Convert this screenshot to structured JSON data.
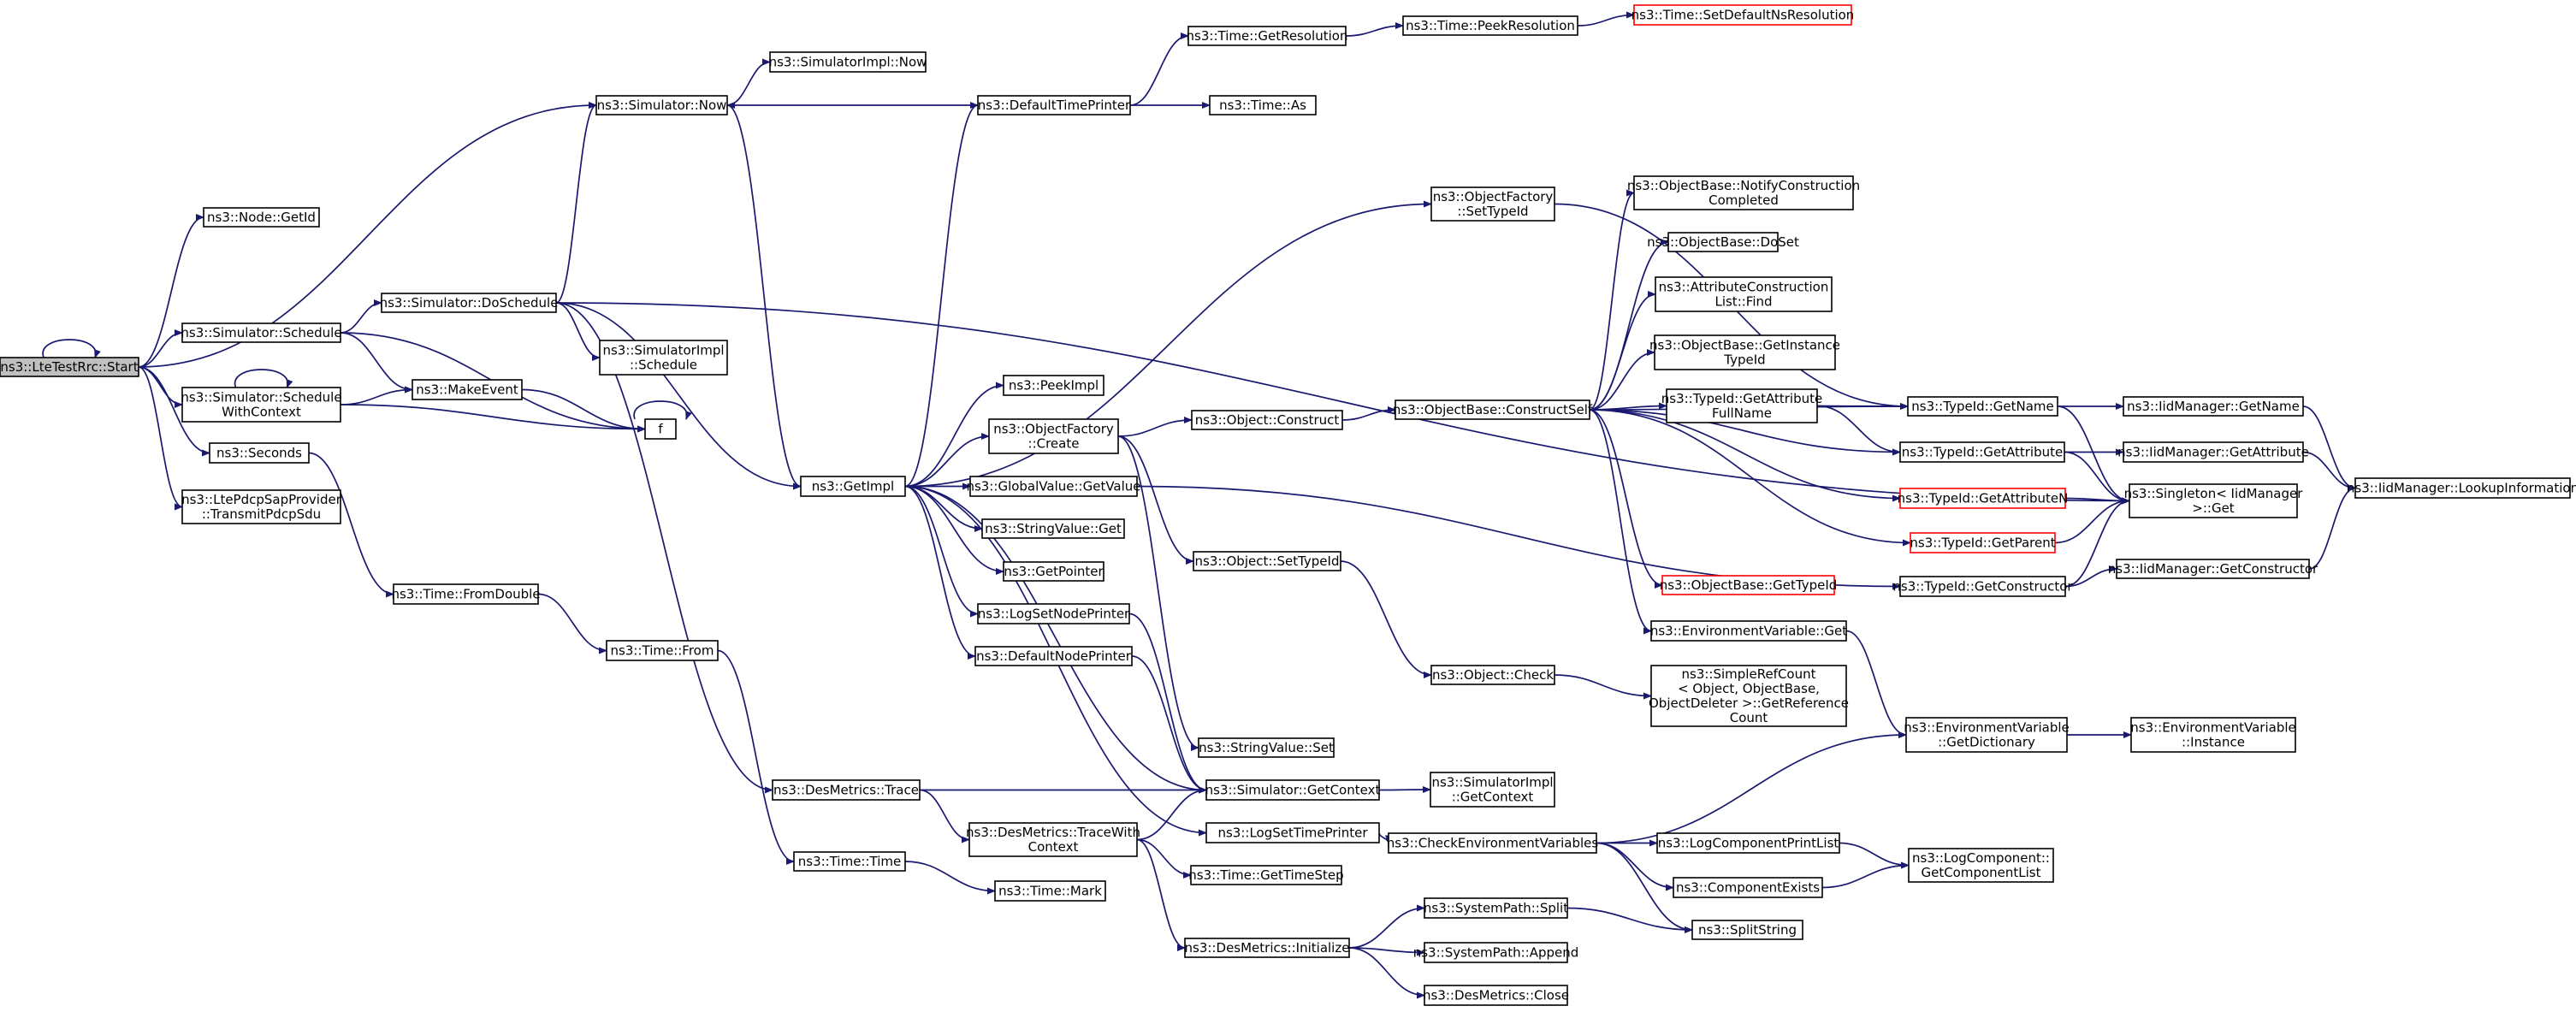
{
  "colors": {
    "edge": "#191970",
    "node_border": "#000000",
    "missing_node_border": "#ff0000",
    "root_fill": "#bfbfbf",
    "background": "#ffffff"
  },
  "nodes": [
    {
      "id": "n1",
      "lines": [
        "ns3::LteTestRrc::Start"
      ],
      "root": true
    },
    {
      "id": "n2",
      "lines": [
        "ns3::Node::GetId"
      ]
    },
    {
      "id": "n3",
      "lines": [
        "ns3::Simulator::Now"
      ]
    },
    {
      "id": "n4",
      "lines": [
        "ns3::SimulatorImpl::Now"
      ]
    },
    {
      "id": "n5",
      "lines": [
        "ns3::DefaultTimePrinter"
      ]
    },
    {
      "id": "n6",
      "lines": [
        "ns3::Time::GetResolution"
      ]
    },
    {
      "id": "n7",
      "lines": [
        "ns3::Time::PeekResolution"
      ]
    },
    {
      "id": "n8",
      "lines": [
        "ns3::Time::SetDefaultNsResolution"
      ],
      "missing": true
    },
    {
      "id": "n9",
      "lines": [
        "ns3::Time::As"
      ]
    },
    {
      "id": "n10",
      "lines": [
        "ns3::Simulator::Schedule"
      ]
    },
    {
      "id": "n11",
      "lines": [
        "ns3::Simulator::DoSchedule"
      ]
    },
    {
      "id": "n12",
      "lines": [
        "ns3::SimulatorImpl",
        "::Schedule"
      ]
    },
    {
      "id": "n13",
      "lines": [
        "ns3::Simulator::Schedule",
        "WithContext"
      ]
    },
    {
      "id": "n14",
      "lines": [
        "ns3::MakeEvent"
      ]
    },
    {
      "id": "n15",
      "lines": [
        "f"
      ]
    },
    {
      "id": "n16",
      "lines": [
        "ns3::Seconds"
      ]
    },
    {
      "id": "n17",
      "lines": [
        "ns3::LtePdcpSapProvider",
        "::TransmitPdcpSdu"
      ]
    },
    {
      "id": "n18",
      "lines": [
        "ns3::Time::FromDouble"
      ]
    },
    {
      "id": "n19",
      "lines": [
        "ns3::Time::From"
      ]
    },
    {
      "id": "n20",
      "lines": [
        "ns3::Time::Time"
      ]
    },
    {
      "id": "n21",
      "lines": [
        "ns3::Time::Mark"
      ]
    },
    {
      "id": "n22",
      "lines": [
        "ns3::GetImpl"
      ]
    },
    {
      "id": "n23",
      "lines": [
        "ns3::PeekImpl"
      ]
    },
    {
      "id": "n24",
      "lines": [
        "ns3::ObjectFactory",
        "::Create"
      ]
    },
    {
      "id": "n25",
      "lines": [
        "ns3::GlobalValue::GetValue"
      ]
    },
    {
      "id": "n26",
      "lines": [
        "ns3::StringValue::Get"
      ]
    },
    {
      "id": "n27",
      "lines": [
        "ns3::GetPointer"
      ]
    },
    {
      "id": "n28",
      "lines": [
        "ns3::LogSetNodePrinter"
      ]
    },
    {
      "id": "n29",
      "lines": [
        "ns3::DefaultNodePrinter"
      ]
    },
    {
      "id": "n30",
      "lines": [
        "ns3::DesMetrics::Trace"
      ]
    },
    {
      "id": "n31",
      "lines": [
        "ns3::DesMetrics::TraceWith",
        "Context"
      ]
    },
    {
      "id": "n32",
      "lines": [
        "ns3::Simulator::GetContext"
      ]
    },
    {
      "id": "n33",
      "lines": [
        "ns3::SimulatorImpl",
        "::GetContext"
      ]
    },
    {
      "id": "n34",
      "lines": [
        "ns3::LogSetTimePrinter"
      ]
    },
    {
      "id": "n35",
      "lines": [
        "ns3::Time::GetTimeStep"
      ]
    },
    {
      "id": "n36",
      "lines": [
        "ns3::DesMetrics::Initialize"
      ]
    },
    {
      "id": "n37",
      "lines": [
        "ns3::StringValue::Set"
      ]
    },
    {
      "id": "n38",
      "lines": [
        "ns3::Object::Construct"
      ]
    },
    {
      "id": "n39",
      "lines": [
        "ns3::Object::SetTypeId"
      ]
    },
    {
      "id": "n40",
      "lines": [
        "ns3::Object::Check"
      ]
    },
    {
      "id": "n41",
      "lines": [
        "ns3::ObjectFactory",
        "::SetTypeId"
      ]
    },
    {
      "id": "n42",
      "lines": [
        "ns3::ObjectBase::ConstructSelf"
      ]
    },
    {
      "id": "n43",
      "lines": [
        "ns3::ObjectBase::NotifyConstruction",
        "Completed"
      ]
    },
    {
      "id": "n44",
      "lines": [
        "ns3::ObjectBase::DoSet"
      ]
    },
    {
      "id": "n45",
      "lines": [
        "ns3::AttributeConstruction",
        "List::Find"
      ]
    },
    {
      "id": "n46",
      "lines": [
        "ns3::ObjectBase::GetInstance",
        "TypeId"
      ]
    },
    {
      "id": "n47",
      "lines": [
        "ns3::TypeId::GetAttribute",
        "FullName"
      ]
    },
    {
      "id": "n48",
      "lines": [
        "ns3::TypeId::GetName"
      ]
    },
    {
      "id": "n49",
      "lines": [
        "ns3::TypeId::GetAttribute"
      ]
    },
    {
      "id": "n50",
      "lines": [
        "ns3::TypeId::GetAttributeN"
      ],
      "missing": true
    },
    {
      "id": "n51",
      "lines": [
        "ns3::TypeId::GetParent"
      ],
      "missing": true
    },
    {
      "id": "n52",
      "lines": [
        "ns3::ObjectBase::GetTypeId"
      ],
      "missing": true
    },
    {
      "id": "n53",
      "lines": [
        "ns3::EnvironmentVariable::Get"
      ]
    },
    {
      "id": "n54",
      "lines": [
        "ns3::SimpleRefCount",
        "< Object, ObjectBase,",
        "ObjectDeleter >::GetReference",
        "Count"
      ]
    },
    {
      "id": "n55",
      "lines": [
        "ns3::EnvironmentVariable",
        "::GetDictionary"
      ]
    },
    {
      "id": "n56",
      "lines": [
        "ns3::EnvironmentVariable",
        "::Instance"
      ]
    },
    {
      "id": "n57",
      "lines": [
        "ns3::CheckEnvironmentVariables"
      ]
    },
    {
      "id": "n58",
      "lines": [
        "ns3::LogComponentPrintList"
      ]
    },
    {
      "id": "n59",
      "lines": [
        "ns3::ComponentExists"
      ]
    },
    {
      "id": "n60",
      "lines": [
        "ns3::LogComponent::",
        "GetComponentList"
      ]
    },
    {
      "id": "n61",
      "lines": [
        "ns3::SplitString"
      ]
    },
    {
      "id": "n62",
      "lines": [
        "ns3::SystemPath::Split"
      ]
    },
    {
      "id": "n63",
      "lines": [
        "ns3::SystemPath::Append"
      ]
    },
    {
      "id": "n64",
      "lines": [
        "ns3::DesMetrics::Close"
      ]
    },
    {
      "id": "n65",
      "lines": [
        "ns3::IidManager::GetName"
      ]
    },
    {
      "id": "n66",
      "lines": [
        "ns3::IidManager::GetAttribute"
      ]
    },
    {
      "id": "n67",
      "lines": [
        "ns3::Singleton< IidManager",
        ">::Get"
      ]
    },
    {
      "id": "n68",
      "lines": [
        "ns3::IidManager::LookupInformation"
      ]
    },
    {
      "id": "n69",
      "lines": [
        "ns3::TypeId::GetConstructor"
      ]
    },
    {
      "id": "n70",
      "lines": [
        "ns3::IidManager::GetConstructor"
      ]
    }
  ],
  "edges": [
    [
      "n1",
      "n1"
    ],
    [
      "n1",
      "n2"
    ],
    [
      "n1",
      "n3"
    ],
    [
      "n1",
      "n10"
    ],
    [
      "n1",
      "n13"
    ],
    [
      "n1",
      "n16"
    ],
    [
      "n1",
      "n17"
    ],
    [
      "n3",
      "n4"
    ],
    [
      "n3",
      "n22"
    ],
    [
      "n5",
      "n3"
    ],
    [
      "n5",
      "n6"
    ],
    [
      "n5",
      "n9"
    ],
    [
      "n6",
      "n7"
    ],
    [
      "n7",
      "n8"
    ],
    [
      "n10",
      "n11"
    ],
    [
      "n10",
      "n14"
    ],
    [
      "n10",
      "n15"
    ],
    [
      "n11",
      "n3"
    ],
    [
      "n11",
      "n12"
    ],
    [
      "n11",
      "n22"
    ],
    [
      "n11",
      "n30"
    ],
    [
      "n11",
      "n67"
    ],
    [
      "n13",
      "n13"
    ],
    [
      "n13",
      "n14"
    ],
    [
      "n13",
      "n15"
    ],
    [
      "n14",
      "n15"
    ],
    [
      "n15",
      "n15"
    ],
    [
      "n16",
      "n18"
    ],
    [
      "n18",
      "n19"
    ],
    [
      "n19",
      "n20"
    ],
    [
      "n20",
      "n21"
    ],
    [
      "n22",
      "n5"
    ],
    [
      "n22",
      "n23"
    ],
    [
      "n22",
      "n24"
    ],
    [
      "n22",
      "n25"
    ],
    [
      "n22",
      "n26"
    ],
    [
      "n22",
      "n27"
    ],
    [
      "n22",
      "n28"
    ],
    [
      "n22",
      "n29"
    ],
    [
      "n22",
      "n32"
    ],
    [
      "n22",
      "n34"
    ],
    [
      "n22",
      "n41"
    ],
    [
      "n24",
      "n38"
    ],
    [
      "n24",
      "n39"
    ],
    [
      "n24",
      "n37"
    ],
    [
      "n25",
      "n69"
    ],
    [
      "n28",
      "n32"
    ],
    [
      "n29",
      "n32"
    ],
    [
      "n30",
      "n32"
    ],
    [
      "n30",
      "n31"
    ],
    [
      "n31",
      "n32"
    ],
    [
      "n31",
      "n35"
    ],
    [
      "n31",
      "n36"
    ],
    [
      "n32",
      "n33"
    ],
    [
      "n34",
      "n57"
    ],
    [
      "n36",
      "n62"
    ],
    [
      "n36",
      "n63"
    ],
    [
      "n36",
      "n64"
    ],
    [
      "n38",
      "n42"
    ],
    [
      "n39",
      "n40"
    ],
    [
      "n40",
      "n54"
    ],
    [
      "n41",
      "n48"
    ],
    [
      "n42",
      "n43"
    ],
    [
      "n42",
      "n44"
    ],
    [
      "n42",
      "n45"
    ],
    [
      "n42",
      "n46"
    ],
    [
      "n42",
      "n47"
    ],
    [
      "n42",
      "n48"
    ],
    [
      "n42",
      "n49"
    ],
    [
      "n42",
      "n50"
    ],
    [
      "n42",
      "n51"
    ],
    [
      "n42",
      "n52"
    ],
    [
      "n42",
      "n53"
    ],
    [
      "n47",
      "n48"
    ],
    [
      "n47",
      "n49"
    ],
    [
      "n48",
      "n65"
    ],
    [
      "n48",
      "n67"
    ],
    [
      "n49",
      "n66"
    ],
    [
      "n49",
      "n67"
    ],
    [
      "n50",
      "n67"
    ],
    [
      "n51",
      "n67"
    ],
    [
      "n53",
      "n55"
    ],
    [
      "n55",
      "n56"
    ],
    [
      "n57",
      "n55"
    ],
    [
      "n57",
      "n58"
    ],
    [
      "n57",
      "n59"
    ],
    [
      "n57",
      "n61"
    ],
    [
      "n58",
      "n60"
    ],
    [
      "n59",
      "n60"
    ],
    [
      "n62",
      "n61"
    ],
    [
      "n65",
      "n68"
    ],
    [
      "n66",
      "n68"
    ],
    [
      "n69",
      "n67"
    ],
    [
      "n69",
      "n70"
    ],
    [
      "n70",
      "n68"
    ]
  ]
}
